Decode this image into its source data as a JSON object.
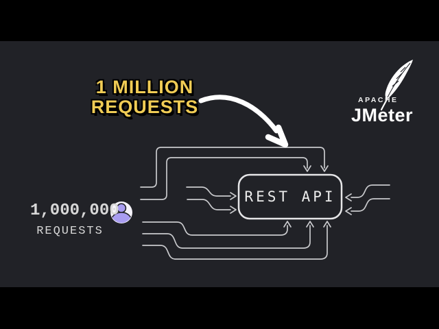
{
  "title": {
    "line1": "1 MILLION",
    "line2": "REQUESTS"
  },
  "source": {
    "count": "1,000,000",
    "label": "REQUESTS"
  },
  "api_box": {
    "label": "REST API"
  },
  "logo": {
    "brand": "APACHE",
    "product": "JMeter"
  },
  "colors": {
    "letterbox": "#000000",
    "canvas": "#212227",
    "flow_line": "#c9cacd",
    "title_yellow": "#f0cc55",
    "avatar_purple": "#a99df1",
    "logo_white": "#ffffff"
  },
  "icons": {
    "feather": "jmeter-feather-icon",
    "avatar": "user-avatar-icon",
    "arrow": "curved-arrow-icon"
  }
}
